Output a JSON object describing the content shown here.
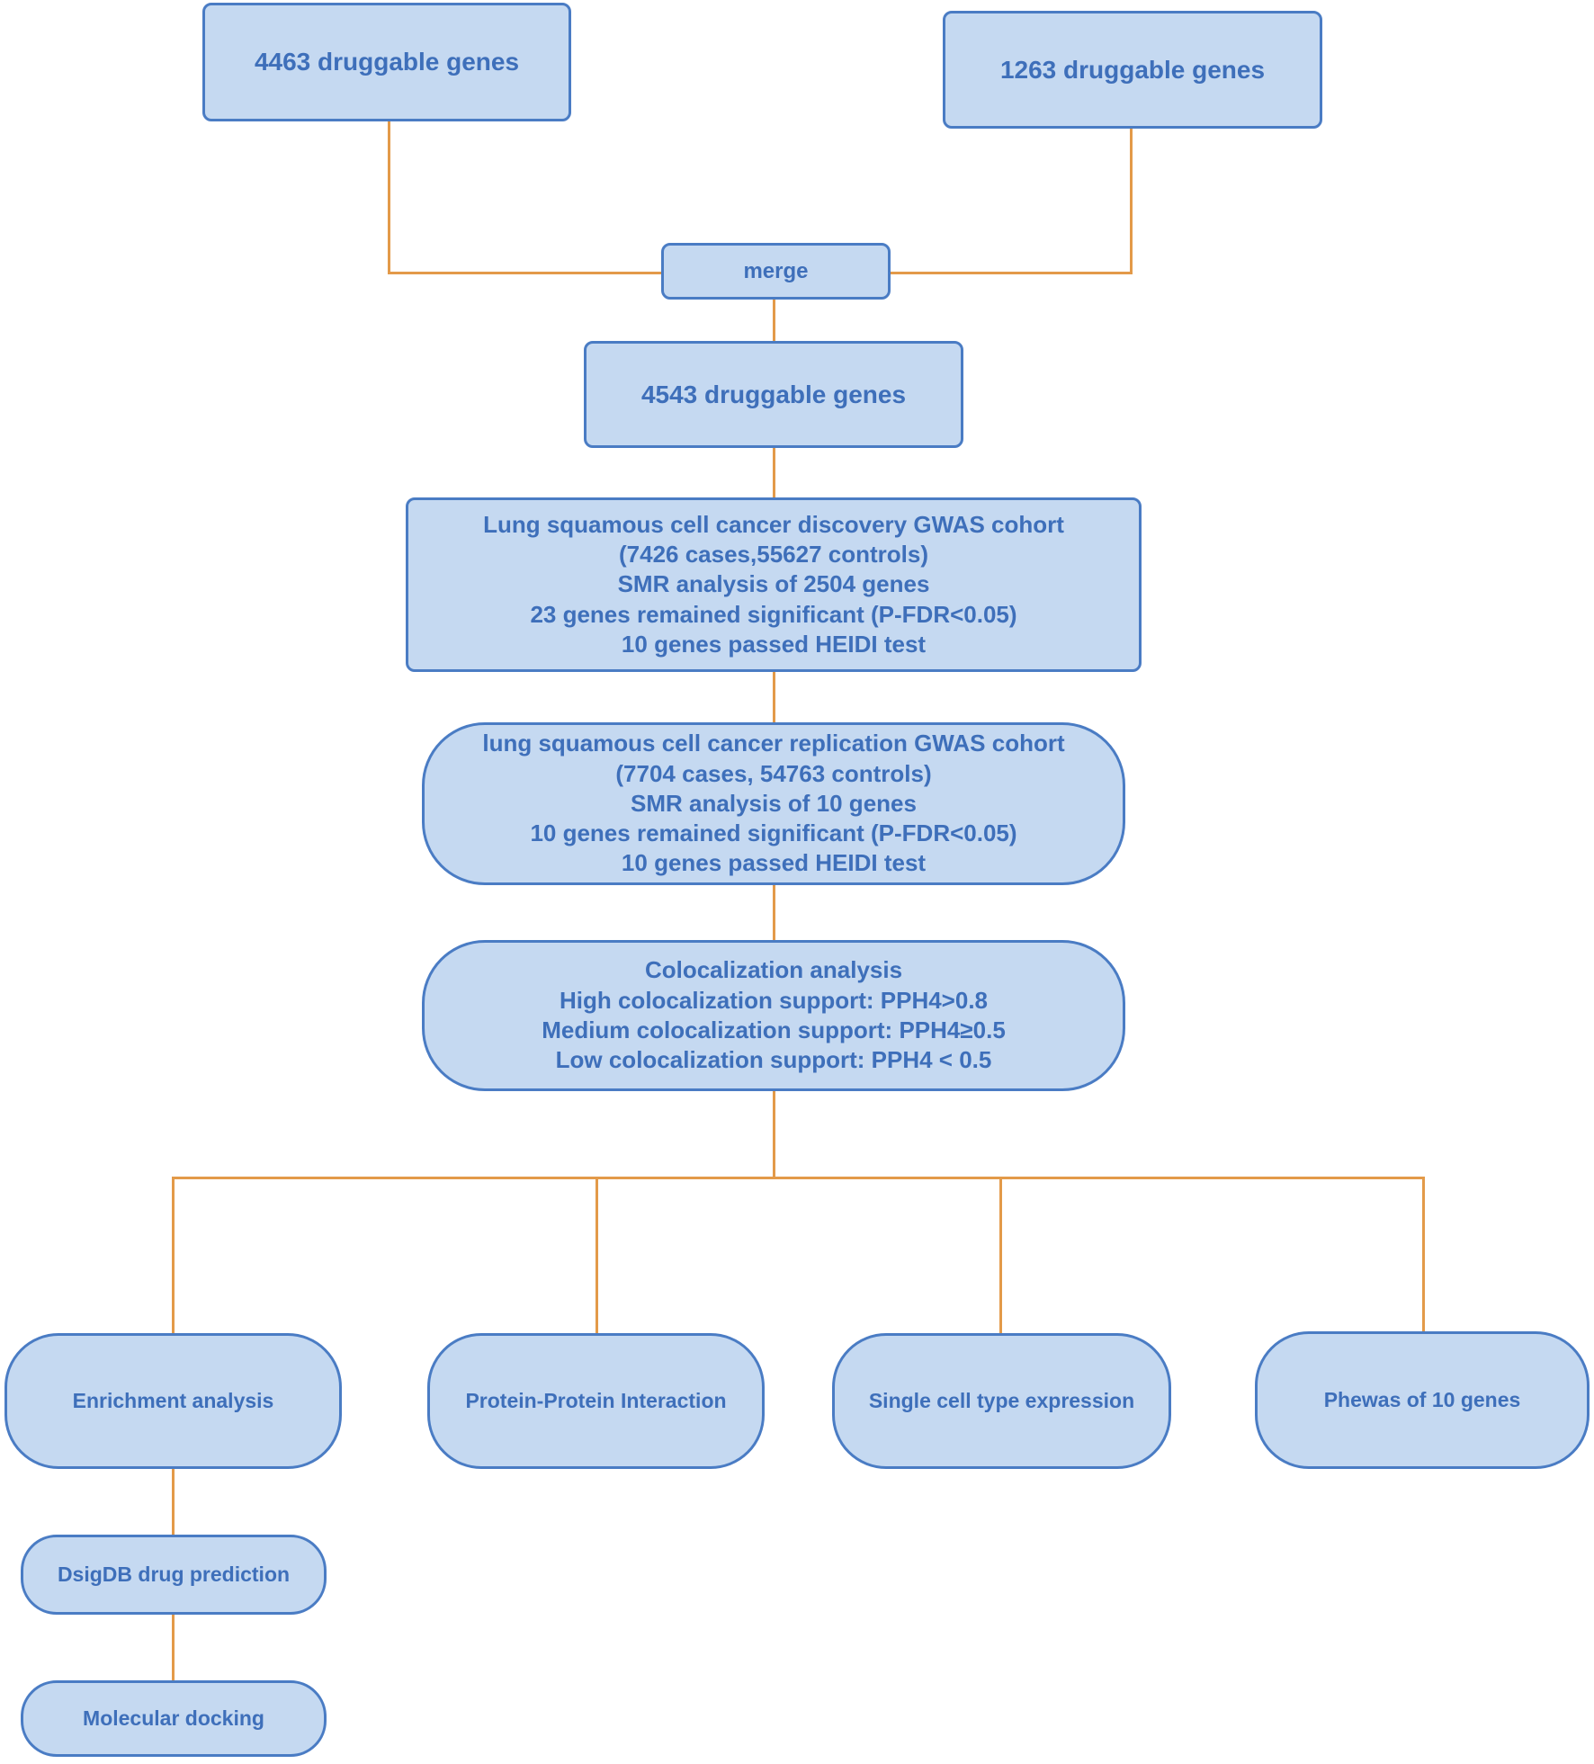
{
  "colors": {
    "box_fill": "#c5d9f1",
    "box_border": "#4a7cc4",
    "text_blue": "#3e6fba",
    "connector": "#e39a49",
    "page_bg": "#ffffff"
  },
  "nodes": {
    "genes_4463": {
      "label": "4463 druggable genes"
    },
    "genes_1263": {
      "label": "1263 druggable genes"
    },
    "merge": {
      "label": "merge"
    },
    "genes_4543": {
      "label": "4543 druggable genes"
    },
    "discovery": {
      "lines": [
        "Lung squamous cell cancer discovery GWAS cohort",
        "(7426 cases,55627 controls)",
        "SMR analysis of 2504 genes",
        "23 genes remained significant (P-FDR<0.05)",
        "10 genes passed HEIDI test"
      ]
    },
    "replication": {
      "lines": [
        "lung squamous cell cancer replication GWAS cohort",
        "(7704 cases, 54763 controls)",
        "SMR analysis of 10 genes",
        "10 genes remained significant (P-FDR<0.05)",
        "10 genes passed HEIDI test"
      ]
    },
    "colocalization": {
      "lines": [
        "Colocalization analysis",
        "High colocalization support: PPH4>0.8",
        "Medium colocalization support: PPH4≥0.5",
        "Low colocalization support: PPH4 < 0.5"
      ]
    },
    "enrichment": {
      "label": "Enrichment analysis"
    },
    "ppi": {
      "label": "Protein-Protein Interaction"
    },
    "single_cell": {
      "label": "Single cell type expression"
    },
    "phewas": {
      "label": "Phewas of 10 genes"
    },
    "dsigdb": {
      "label": "DsigDB drug prediction"
    },
    "docking": {
      "label": "Molecular docking"
    }
  }
}
